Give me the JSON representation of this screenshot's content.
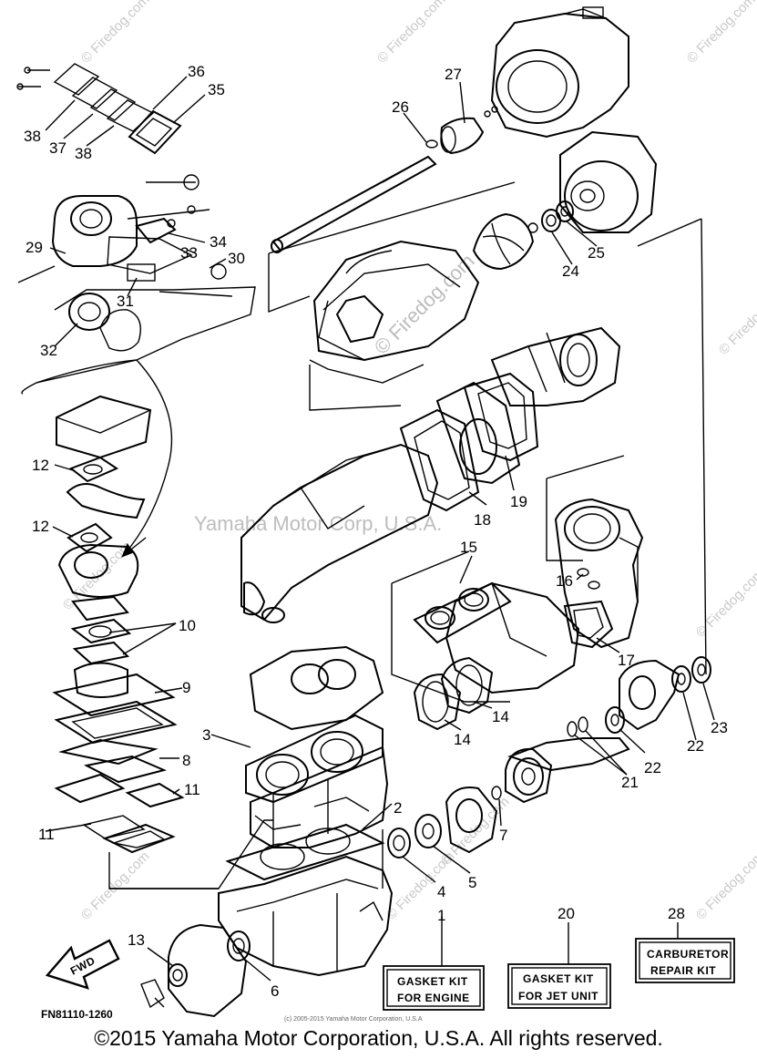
{
  "watermarks": {
    "center": "Yamaha Motor Corp, U.S.A.",
    "site": "© Firedog.com"
  },
  "part_numbers": [
    "1",
    "2",
    "3",
    "4",
    "5",
    "6",
    "7",
    "8",
    "9",
    "10",
    "11",
    "12",
    "13",
    "14",
    "15",
    "16",
    "17",
    "18",
    "19",
    "20",
    "21",
    "22",
    "23",
    "24",
    "25",
    "26",
    "27",
    "28",
    "29",
    "30",
    "31",
    "32",
    "33",
    "34",
    "35",
    "36",
    "37",
    "38"
  ],
  "kits": {
    "gasket_engine": [
      "GASKET KIT",
      "FOR ENGINE"
    ],
    "gasket_jet": [
      "GASKET KIT",
      "FOR JET UNIT"
    ],
    "carburetor": [
      "CARBURETOR",
      "REPAIR KIT"
    ]
  },
  "fwd_label": "FWD",
  "figure_code": "FN81110-1260",
  "small_copyright": "(c) 2005-2015 Yamaha Motor Corporation, U.S.A",
  "copyright": "©2015 Yamaha Motor Corporation, U.S.A. All rights reserved."
}
